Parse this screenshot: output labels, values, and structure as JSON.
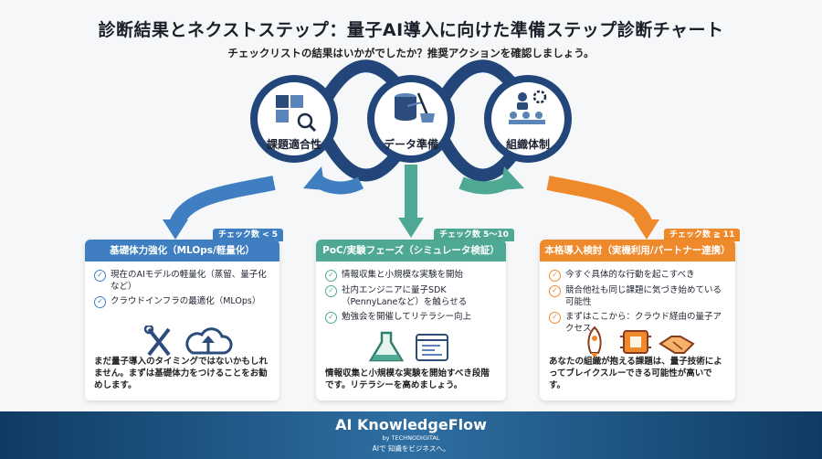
{
  "header": {
    "title": "診断結果とネクストステップ：量子AI導入に向けた準備ステップ診断チャート",
    "subtitle": "チェックリストの結果はいかがでしたか？推奨アクションを確認しましょう。"
  },
  "nodes": [
    {
      "label": "課題適合性",
      "icon": "puzzle-search-icon"
    },
    {
      "label": "データ準備",
      "icon": "database-broom-icon"
    },
    {
      "label": "組織体制",
      "icon": "team-gear-icon"
    }
  ],
  "colors": {
    "blue": "#3f7fc1",
    "green": "#4fa894",
    "orange": "#ef8a2c",
    "navy": "#1d3d66"
  },
  "cards": [
    {
      "badge": "チェック数 < 5",
      "title": "基礎体力強化（MLOps/軽量化）",
      "items": [
        "現在のAIモデルの軽量化（蒸留、量子化など）",
        "クラウドインフラの最適化（MLOps）"
      ],
      "icons": [
        "tools-icon",
        "cloud-upload-icon"
      ],
      "footer": "まだ量子導入のタイミングではないかもしれません。まずは基礎体力をつけることをお勧めします。"
    },
    {
      "badge": "チェック数 5〜10",
      "title": "PoC/実験フェーズ（シミュレータ検証）",
      "items": [
        "情報収集と小規模な実験を開始",
        "社内エンジニアに量子SDK（PennyLaneなど）を触らせる",
        "勉強会を開催してリテラシー向上"
      ],
      "icons": [
        "flask-icon",
        "code-window-icon"
      ],
      "footer": "情報収集と小規模な実験を開始すべき段階です。リテラシーを高めましょう。"
    },
    {
      "badge": "チェック数 ≧ 11",
      "title": "本格導入検討（実機利用/パートナー連携）",
      "items": [
        "今すぐ具体的な行動を起こすべき",
        "競合他社も同じ課題に気づき始めている可能性",
        "まずはここから：クラウド経由の量子アクセス"
      ],
      "icons": [
        "rocket-icon",
        "chip-icon",
        "handshake-icon"
      ],
      "footer": "あなたの組織が抱える課題は、量子技術によってブレイクスルーできる可能性が高いです。"
    }
  ],
  "footer": {
    "brand": "AI KnowledgeFlow",
    "by": "by TECHNODIGITAL",
    "tagline": "AIで 知識をビジネスへ。"
  }
}
